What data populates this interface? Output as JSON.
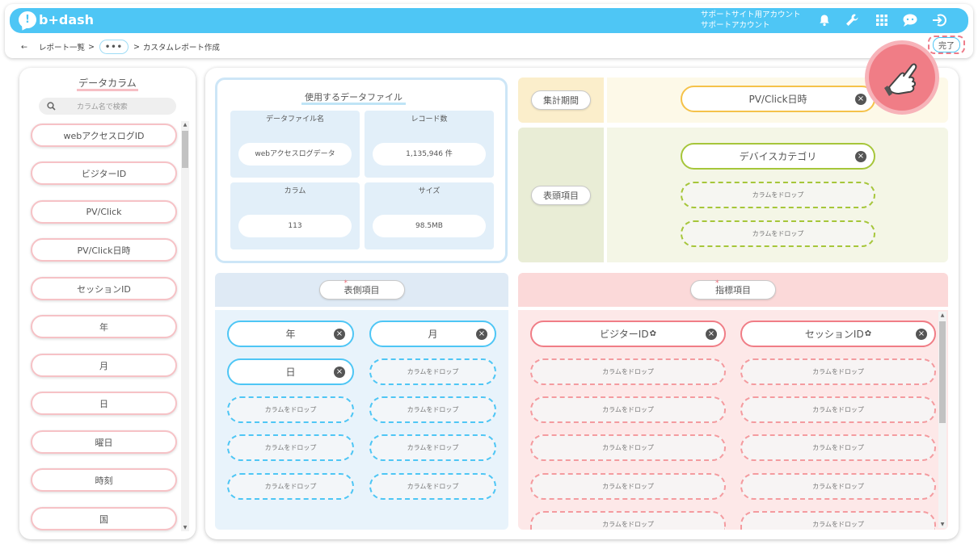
{
  "header": {
    "logo_text": "b+dash",
    "account_line1": "サポートサイト用アカウント",
    "account_line2": "サポートアカウント",
    "icons": [
      "bell-icon",
      "wrench-icon",
      "grid-icon",
      "chat-icon",
      "logout-icon"
    ]
  },
  "breadcrumb": {
    "back": "←",
    "item1": "レポート一覧",
    "sep": ">",
    "more": "•••",
    "current": "カスタムレポート作成"
  },
  "done_button": "完了",
  "data_columns": {
    "title": "データカラム",
    "search_placeholder": "カラム名で検索",
    "items": [
      "webアクセスログID",
      "ビジターID",
      "PV/Click",
      "PV/Click日時",
      "セッションID",
      "年",
      "月",
      "日",
      "曜日",
      "時刻",
      "国"
    ]
  },
  "file_info": {
    "title": "使用するデータファイル",
    "cells": [
      {
        "label": "データファイル名",
        "value": "webアクセスログデータ"
      },
      {
        "label": "レコード数",
        "value": "1,135,946 件"
      },
      {
        "label": "カラム",
        "value": "113"
      },
      {
        "label": "サイズ",
        "value": "98.5MB"
      }
    ]
  },
  "period": {
    "label": "集計期間",
    "chip": "PV/Click日時"
  },
  "header_items": {
    "label": "表頭項目",
    "chip": "デバイスカテゴリ",
    "drop": "カラムをドロップ"
  },
  "row_items": {
    "label": "表側項目",
    "required": "*",
    "chips": [
      "年",
      "月",
      "日"
    ],
    "drop": "カラムをドロップ"
  },
  "metrics": {
    "label": "指標項目",
    "required": "*",
    "chips": [
      "ビジターID",
      "セッションID"
    ],
    "drop": "カラムをドロップ"
  },
  "colors": {
    "accent": "#4ec6f5",
    "pink": "#f07d86",
    "yellow_bg": "#fdf9e8",
    "green_bg": "#f4f6e6",
    "blue_bg": "#e8f3fb",
    "red_bg": "#fde8e8"
  }
}
